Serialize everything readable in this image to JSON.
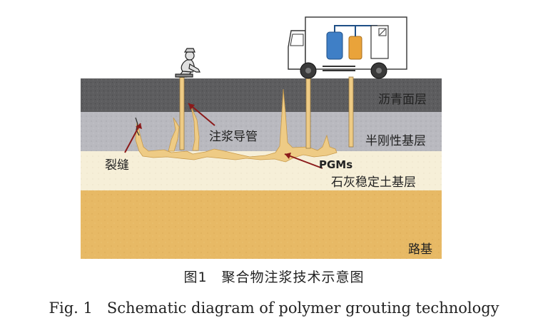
{
  "layers": {
    "asphalt": "沥青面层",
    "semi_rigid": "半刚性基层",
    "lime_soil": "石灰稳定土基层",
    "subgrade": "路基"
  },
  "callouts": {
    "crack": "裂缝",
    "grouting_pipe": "注浆导管",
    "pgms": "PGMs"
  },
  "caption": {
    "cn_prefix": "图1",
    "cn_text": "聚合物注浆技术示意图",
    "en_prefix": "Fig. 1",
    "en_text": "Schematic diagram of polymer grouting technology"
  },
  "colors": {
    "asphalt": "#5d5d5f",
    "semi_rigid": "#b9b9bf",
    "lime_soil": "#f6efd8",
    "subgrade": "#e7b965",
    "grout": "#eecb85",
    "arrow": "#8b1a1a",
    "truck_blue": "#3f7fc6",
    "truck_orange": "#e9a33a"
  }
}
